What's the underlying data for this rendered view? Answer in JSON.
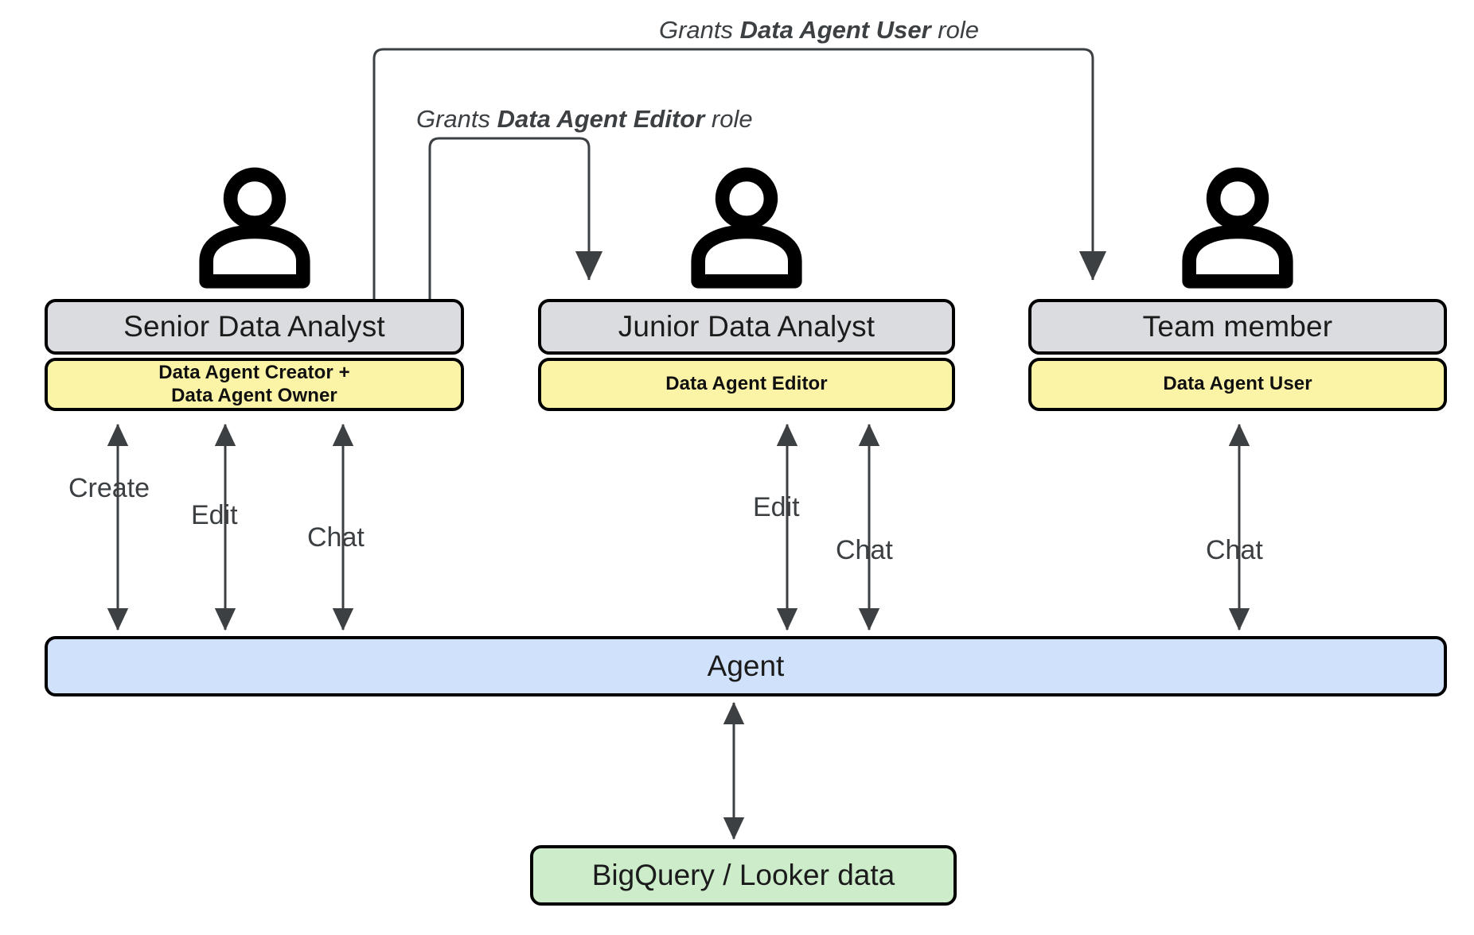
{
  "diagram": {
    "title": "Data Agent role permissions diagram",
    "colors": {
      "role_title_bg": "#dadce0",
      "role_badge_bg": "#fbf4a7",
      "agent_bg": "#d0e1fb",
      "datasource_bg": "#ccecca",
      "stroke": "#000000",
      "connector": "#3c4043"
    }
  },
  "personas": [
    {
      "id": "senior-data-analyst",
      "icon": "person-icon",
      "title": "Senior Data Analyst",
      "badge": "Data Agent Creator +\nData Agent Owner",
      "badge_line1": "Data Agent Creator +",
      "badge_line2": "Data Agent Owner",
      "actions": [
        "Create",
        "Edit",
        "Chat"
      ]
    },
    {
      "id": "junior-data-analyst",
      "icon": "person-icon",
      "title": "Junior Data Analyst",
      "badge": "Data Agent Editor",
      "badge_line1": "Data Agent Editor",
      "badge_line2": "",
      "actions": [
        "Edit",
        "Chat"
      ]
    },
    {
      "id": "team-member",
      "icon": "person-icon",
      "title": "Team member",
      "badge": "Data Agent User",
      "badge_line1": "Data Agent User",
      "badge_line2": "",
      "actions": [
        "Chat"
      ]
    }
  ],
  "nodes": {
    "agent": "Agent",
    "datasource": "BigQuery / Looker data"
  },
  "grants": [
    {
      "id": "grant-data-agent-user",
      "prefix": "Grants ",
      "role": "Data Agent User",
      "suffix": " role",
      "from": "senior-data-analyst",
      "to": "team-member"
    },
    {
      "id": "grant-data-agent-editor",
      "prefix": "Grants ",
      "role": "Data Agent Editor",
      "suffix": " role",
      "from": "senior-data-analyst",
      "to": "junior-data-analyst"
    }
  ],
  "action_labels": {
    "senior_create": "Create",
    "senior_edit": "Edit",
    "senior_chat": "Chat",
    "junior_edit": "Edit",
    "junior_chat": "Chat",
    "team_chat": "Chat"
  }
}
